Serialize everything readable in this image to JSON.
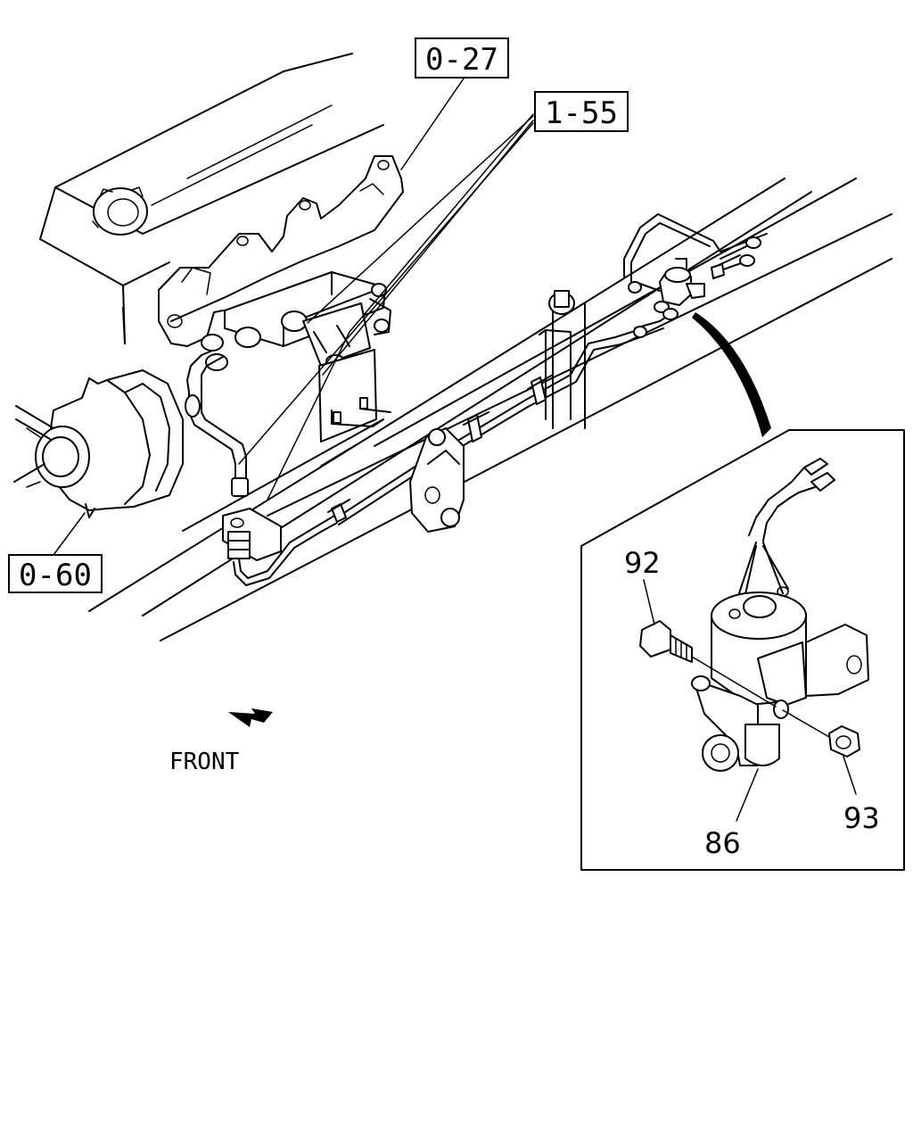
{
  "refs": {
    "ref_0_27": "0-27",
    "ref_1_55": "1-55",
    "ref_0_60": "0-60"
  },
  "parts": {
    "part_92": "92",
    "part_93": "93",
    "part_86": "86"
  },
  "direction": {
    "front_label": "FRONT"
  }
}
